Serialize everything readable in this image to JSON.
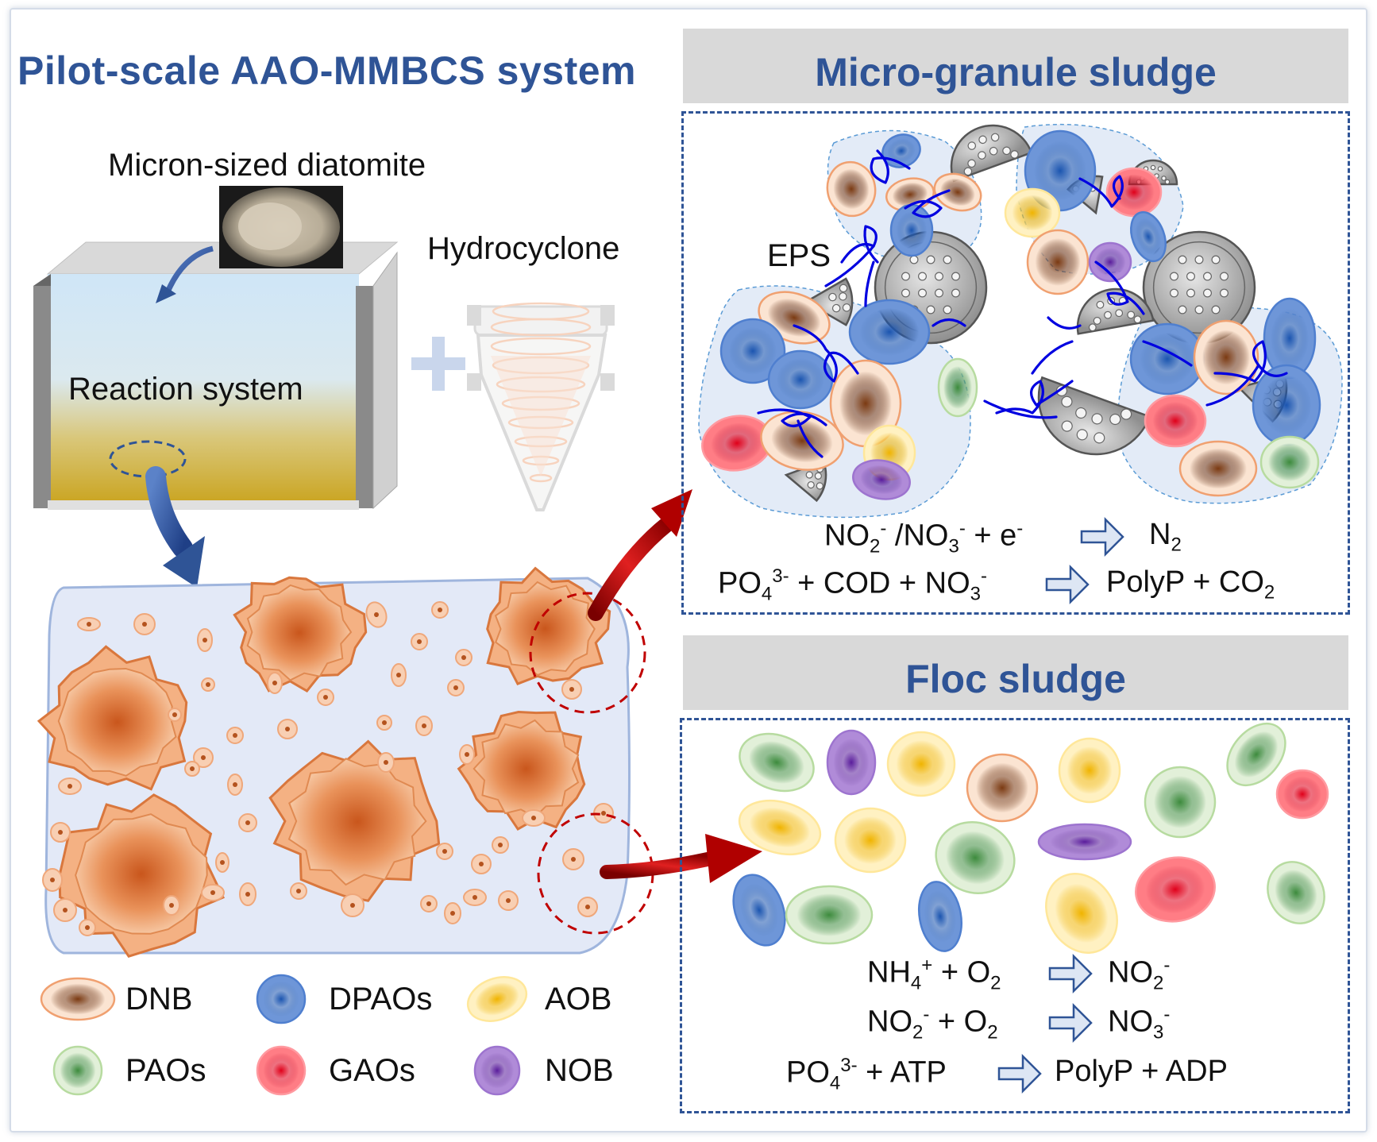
{
  "title": "Pilot-scale AAO-MMBCS system",
  "labels": {
    "diatomite": "Micron-sized diatomite",
    "hydrocyclone": "Hydrocyclone",
    "reaction": "Reaction system",
    "eps": "EPS"
  },
  "panels": {
    "micro": {
      "title": "Micro-granule sludge",
      "equations": [
        {
          "parts": [
            "NO",
            "2",
            "-",
            " /NO",
            "3",
            "-",
            " + e",
            "-",
            "",
            "N",
            "2"
          ]
        },
        {
          "parts": [
            "PO",
            "4",
            "3-",
            " + COD + NO",
            "3",
            "-",
            "",
            "PolyP + CO",
            "2"
          ]
        }
      ]
    },
    "floc": {
      "title": "Floc sludge"
    }
  },
  "eq_text": {
    "m1_a": "NO",
    "m1_a_sub": "2",
    "m1_a_sup": "-",
    "m1_b": " /NO",
    "m1_b_sub": "3",
    "m1_b_sup": "-",
    "m1_c": " + e",
    "m1_c_sup": "-",
    "m1_d": "N",
    "m1_d_sub": "2",
    "m2_a": "PO",
    "m2_a_sub": "4",
    "m2_a_sup": "3-",
    "m2_b": " + COD + NO",
    "m2_b_sub": "3",
    "m2_b_sup": "-",
    "m2_c": "PolyP + CO",
    "m2_c_sub": "2",
    "f1_a": "NH",
    "f1_a_sub": "4",
    "f1_a_sup": "+",
    "f1_b": " + O",
    "f1_b_sub": "2",
    "f1_c": "NO",
    "f1_c_sub": "2",
    "f1_c_sup": "-",
    "f2_a": "NO",
    "f2_a_sub": "2",
    "f2_a_sup": "-",
    "f2_b": " + O",
    "f2_b_sub": "2",
    "f2_c": "NO",
    "f2_c_sub": "3",
    "f2_c_sup": "-",
    "f3_a": "PO",
    "f3_a_sub": "4",
    "f3_a_sup": "3-",
    "f3_b": " + ATP",
    "f3_c": "PolyP + ADP"
  },
  "legend": [
    {
      "name": "DNB",
      "color": "#f4b183"
    },
    {
      "name": "DPAOs",
      "color": "#4472c4"
    },
    {
      "name": "AOB",
      "color": "#ffd966"
    },
    {
      "name": "PAOs",
      "color": "#a9d18e"
    },
    {
      "name": "GAOs",
      "color": "#ff6b6b"
    },
    {
      "name": "NOB",
      "color": "#9966cc"
    }
  ],
  "colors": {
    "title": "#2f5496",
    "arrow_blue": "#2f5496",
    "arrow_red": "#c00000",
    "floc_bg": "#e3e9f7"
  }
}
